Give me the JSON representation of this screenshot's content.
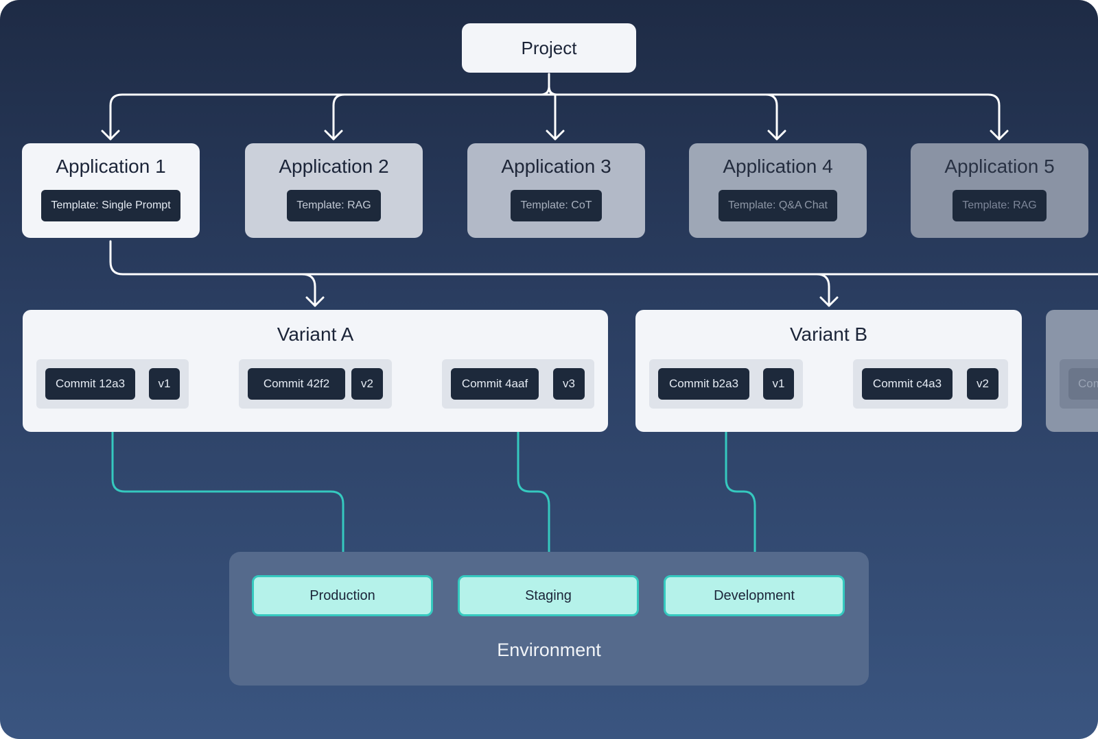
{
  "project": {
    "label": "Project"
  },
  "applications": [
    {
      "title": "Application 1",
      "template": "Template: Single Prompt"
    },
    {
      "title": "Application 2",
      "template": "Template: RAG"
    },
    {
      "title": "Application 3",
      "template": "Template: CoT"
    },
    {
      "title": "Application 4",
      "template": "Template: Q&A Chat"
    },
    {
      "title": "Application 5",
      "template": "Template: RAG"
    }
  ],
  "variants": [
    {
      "title": "Variant A",
      "commits": [
        {
          "commit": "Commit 12a3",
          "version": "v1"
        },
        {
          "commit": "Commit 42f2",
          "version": "v2"
        },
        {
          "commit": "Commit 4aaf",
          "version": "v3"
        }
      ]
    },
    {
      "title": "Variant B",
      "commits": [
        {
          "commit": "Commit b2a3",
          "version": "v1"
        },
        {
          "commit": "Commit c4a3",
          "version": "v2"
        }
      ]
    }
  ],
  "partial_variant": {
    "commit_fragment": "Com"
  },
  "environment": {
    "label": "Environment",
    "stages": [
      "Production",
      "Staging",
      "Development"
    ]
  },
  "colors": {
    "background_top": "#1e2b45",
    "background_bottom": "#3a5580",
    "card": "#f3f5f9",
    "chip": "#1d293b",
    "env_panel": "#556a8c",
    "env_button_fill": "#b5f2ea",
    "accent_teal": "#35c9bf",
    "connector": "#ffffff"
  },
  "icons": [
    "arrow-down-icon",
    "arrow-right-icon",
    "arrow-up-icon"
  ]
}
